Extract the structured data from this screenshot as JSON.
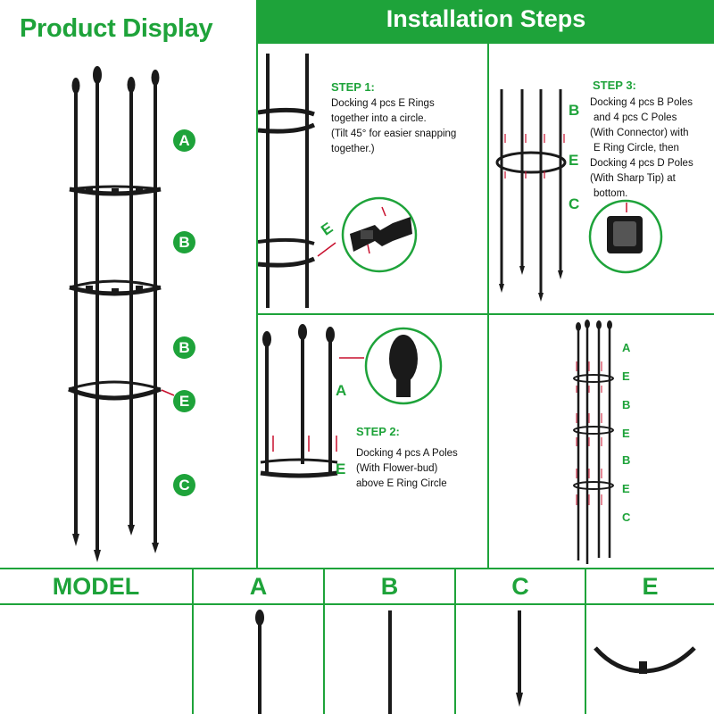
{
  "header": {
    "product_display": "Product Display",
    "installation_steps": "Installation Steps"
  },
  "product_labels": [
    "A",
    "B",
    "B",
    "E",
    "C"
  ],
  "steps": {
    "step1": {
      "title": "STEP 1:",
      "text": [
        "Docking 4 pcs E Rings",
        "together into a circle.",
        "(Tilt 45° for easier snapping",
        "together.)"
      ],
      "label_e": "E"
    },
    "step2": {
      "title": "STEP 2:",
      "text": [
        "Docking 4 pcs A Poles",
        "(With Flower-bud)",
        "above E Ring Circle"
      ],
      "label_a": "A",
      "label_e": "E"
    },
    "step3": {
      "title": "STEP 3:",
      "text": [
        "Docking 4 pcs B Poles",
        "and 4 pcs C Poles",
        "(With Connector) with",
        "E Ring Circle, then",
        "Docking 4 pcs D Poles",
        "(With Sharp Tip) at",
        "bottom."
      ],
      "label_b": "B",
      "label_e": "E",
      "label_c": "C"
    },
    "assembly_labels": [
      "A",
      "E",
      "B",
      "E",
      "B",
      "E",
      "C"
    ]
  },
  "model_table": {
    "headers": [
      "MODEL",
      "A",
      "B",
      "C",
      "E"
    ]
  },
  "colors": {
    "brand_green": "#1ea33a",
    "pole_black": "#1a1a1a",
    "arrow_red": "#c8102e"
  }
}
